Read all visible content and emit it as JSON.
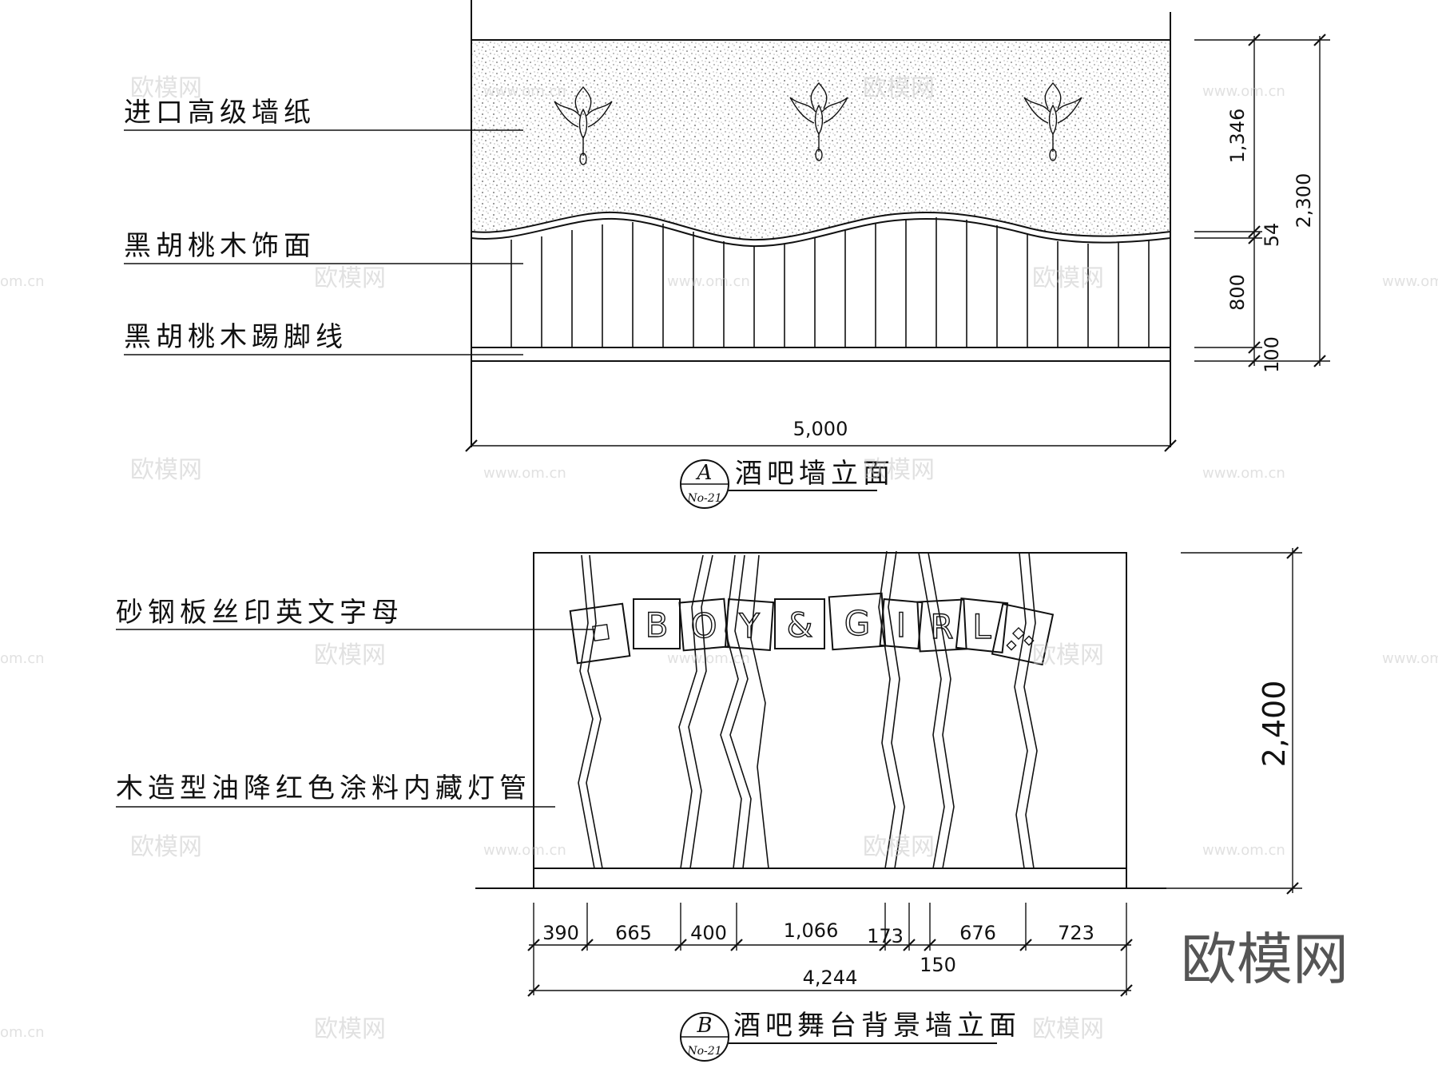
{
  "elevation_a": {
    "title": "酒吧墙立面",
    "tag_letter": "A",
    "tag_sheet": "No-21",
    "labels": [
      "进口高级墙纸",
      "黑胡桃木饰面",
      "黑胡桃木踢脚线"
    ],
    "dims_right": [
      "1,346",
      "54",
      "800",
      "100"
    ],
    "dim_total_height": "2,300",
    "dim_width": "5,000"
  },
  "elevation_b": {
    "title": "酒吧舞台背景墙立面",
    "tag_letter": "B",
    "tag_sheet": "No-21",
    "labels": [
      "砂钢板丝印英文字母",
      "木造型油降红色涂料内藏灯管"
    ],
    "sign_letters": [
      "B",
      "O",
      "Y",
      "&",
      "G",
      "I",
      "R",
      "L"
    ],
    "dims_bottom": [
      "390",
      "665",
      "400",
      "1,066",
      "173",
      "676",
      "723"
    ],
    "dim_extra": "150",
    "dim_width": "4,244",
    "dim_height": "2,400"
  },
  "watermark": {
    "brand": "欧模网",
    "url": "www.om.cn",
    "url_short": "om.cn"
  }
}
